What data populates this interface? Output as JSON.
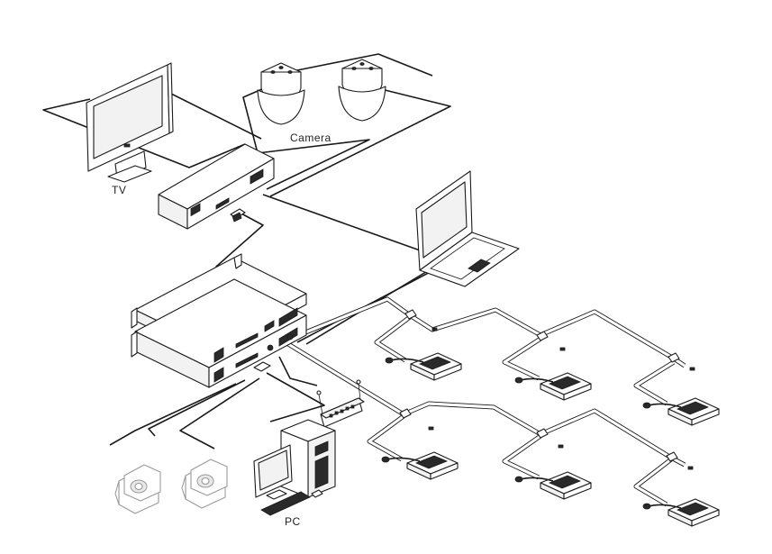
{
  "labels": {
    "tv": "TV",
    "camera": "Camera",
    "pc": "PC"
  },
  "colors": {
    "line": "#1a1a1a",
    "background": "#ffffff",
    "cable_sheath": "#ffffff",
    "ghost_camera": "#9a9a9a"
  },
  "icons": {
    "tv": "monitor-icon",
    "camera": "dome-camera-icon",
    "ptz": "ptz-camera-icon",
    "switch": "network-switch-icon",
    "host": "conference-host-icon",
    "laptop": "laptop-icon",
    "router": "wifi-router-icon",
    "pc": "desktop-pc-icon",
    "unit": "conference-unit-icon"
  }
}
